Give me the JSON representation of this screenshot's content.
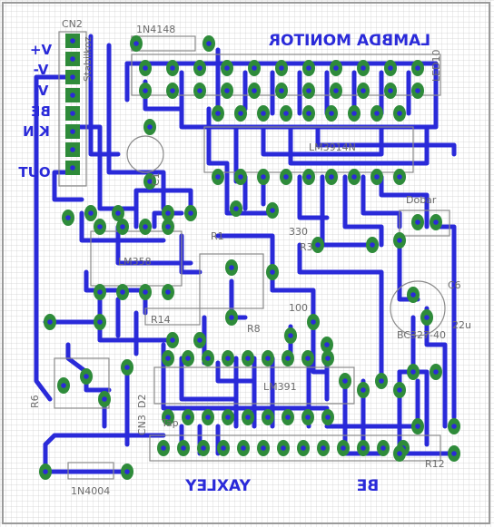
{
  "board": {
    "title": "LAMBDA MONITOR",
    "bottom_left_label": "YAXLEY",
    "bottom_right_label": "BE"
  },
  "connector_labels": [
    "V+",
    "V-",
    "V-",
    "BE",
    "KIN",
    "OUT"
  ],
  "components": {
    "cn2": "CN2",
    "cn3": "CN3",
    "diode_top": "1N4148",
    "diode_bottom": "1N4004",
    "diode_d2": "D2",
    "ic_lm3914_top": "LM3914N",
    "ic_lm3914_bottom": "LM391",
    "ic_lm358": "LM358",
    "c1": "C1",
    "c6": "C6",
    "c6_type": "BC327-40",
    "cap_22u": "22u",
    "r1": "R1",
    "r3": "R3",
    "r6": "R6",
    "r8": "R8",
    "r12": "R12",
    "r14": "R14",
    "led10": "LED10",
    "dobar": "Dobar",
    "val_100": "100",
    "val_330": "330",
    "val_tap": "Tap",
    "val_stabil": "Stabilkoz"
  },
  "colors": {
    "trace": "#2a2ad9",
    "pad": "#2e8b3a",
    "hole": "#2a2ad9",
    "silk": "#6b6b6b",
    "grid": "#c9c9c9"
  }
}
